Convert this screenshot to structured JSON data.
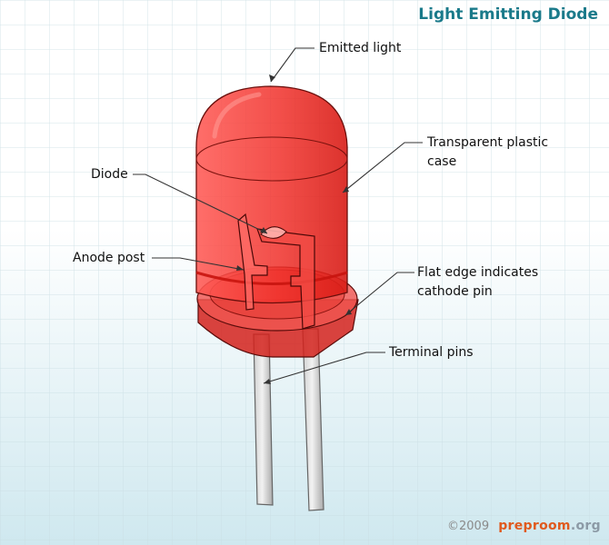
{
  "title": "Light Emitting Diode",
  "labels": {
    "emitted_light": "Emitted light",
    "transparent_case_line1": "Transparent plastic",
    "transparent_case_line2": "case",
    "diode": "Diode",
    "anode_post": "Anode post",
    "flat_edge_line1": "Flat edge indicates",
    "flat_edge_line2": "cathode pin",
    "terminal_pins": "Terminal pins"
  },
  "footer": {
    "copyright": "©2009",
    "brand_part1": "prepr",
    "brand_part2": "o",
    "brand_part3": "om",
    "brand_part4": ".org"
  },
  "colors": {
    "title": "#1a7a8a",
    "led_body": "#e8231c",
    "leader_line": "#333333",
    "grid": "#c9dde3"
  }
}
